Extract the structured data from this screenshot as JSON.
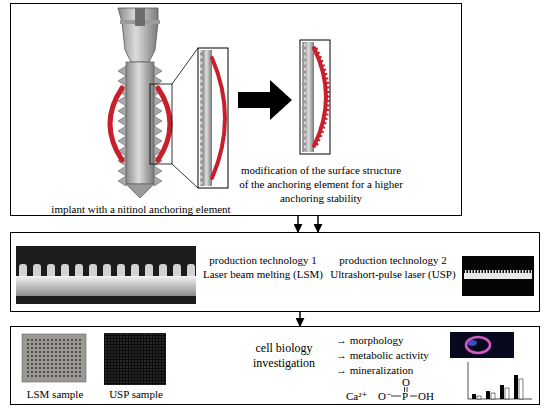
{
  "diagram": {
    "nodes": [
      {
        "text": [
          "implant with a nitinol anchoring element",
          "modification of the surface structure of the anchoring element for a higher anchoring stability"
        ]
      },
      {
        "text": [
          "production technology 1 Laser beam melting (LSM)",
          "production technology 2 Ultrashort-pulse laser (USP)"
        ]
      },
      {
        "text": [
          "LSM sample",
          "USP sample",
          "cell biology investigation",
          "→ morphology",
          "→ metabolic activity",
          "→ mineralization"
        ]
      }
    ],
    "edges": [
      {
        "from": 0,
        "to": 1,
        "arrow": "to"
      },
      {
        "from": 0,
        "to": 1,
        "arrow": "to"
      },
      {
        "from": 1,
        "to": 2,
        "arrow": "to"
      }
    ],
    "labels": [
      "Ca²⁺",
      "O⁻",
      "P",
      "OH",
      "O"
    ]
  }
}
